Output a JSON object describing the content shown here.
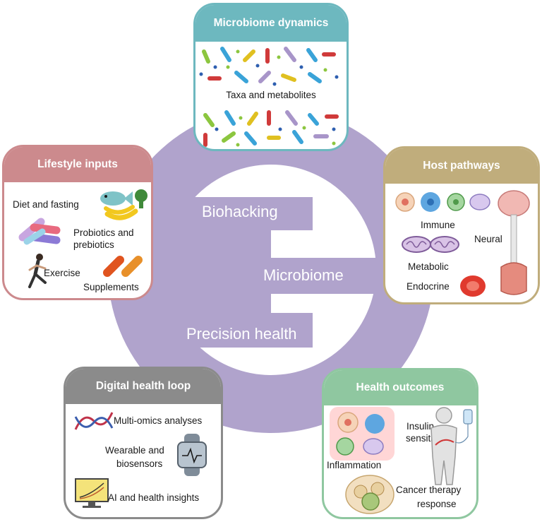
{
  "center": {
    "labels": [
      "Biohacking",
      "Microbiome",
      "Precision health"
    ]
  },
  "colors": {
    "ring": "#b0a3cc",
    "microbiome_header": "#6db8bf",
    "host_header": "#c0ad7c",
    "outcomes_header": "#8fc7a0",
    "lifestyle_header": "#cc8a8d",
    "digital_header": "#8b8b8b"
  },
  "panels": {
    "microbiome": {
      "title": "Microbiome dynamics",
      "caption": "Taxa and metabolites"
    },
    "lifestyle": {
      "title": "Lifestyle inputs",
      "items": [
        "Diet and fasting",
        "Probiotics and",
        "prebiotics",
        "Exercise",
        "Supplements"
      ]
    },
    "host": {
      "title": "Host pathways",
      "items": [
        "Immune",
        "Neural",
        "Metabolic",
        "Endocrine"
      ]
    },
    "digital": {
      "title": "Digital health loop",
      "items": [
        "Multi-omics analyses",
        "Wearable and",
        "biosensors",
        "AI and health insights"
      ]
    },
    "outcomes": {
      "title": "Health outcomes",
      "items": [
        "Insulin",
        "sensitivity",
        "Inflammation",
        "Cancer therapy",
        "response"
      ]
    }
  },
  "icons": [
    "bacteria-icon",
    "fish-icon",
    "broccoli-icon",
    "banana-icon",
    "probiotic-capsule-icon",
    "runner-icon",
    "supplement-pill-icon",
    "immune-cell-icon",
    "brain-spine-icon",
    "mitochondria-icon",
    "red-blood-cell-icon",
    "dna-helix-icon",
    "smartwatch-icon",
    "monitor-chart-icon",
    "human-body-icon",
    "iv-bag-icon",
    "inflamed-cells-icon",
    "tumor-cells-icon"
  ]
}
